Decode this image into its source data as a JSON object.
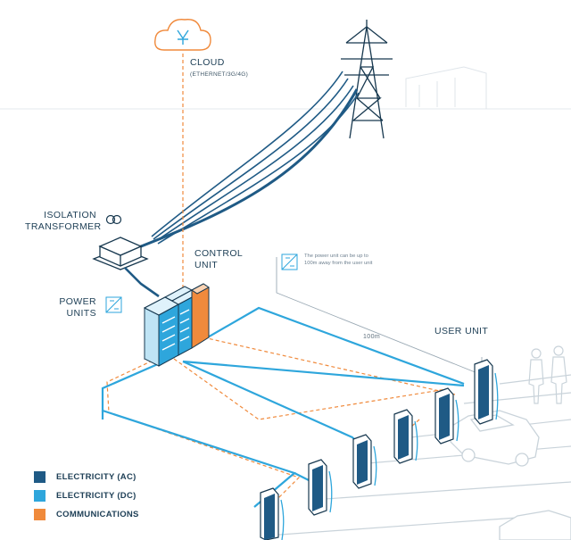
{
  "labels": {
    "cloud_title": "CLOUD",
    "cloud_sub": "(ETHERNET/3G/4G)",
    "isolation_line1": "ISOLATION",
    "isolation_line2": "TRANSFORMER",
    "control_line1": "CONTROL",
    "control_line2": "UNIT",
    "power_line1": "POWER",
    "power_line2": "UNITS",
    "user_unit": "USER UNIT",
    "distance": "100m",
    "note_line1": "The power unit can be up to",
    "note_line2": "100m away from the user unit"
  },
  "legend": [
    {
      "label": "ELECTRICITY (AC)",
      "color": "#1f5a85"
    },
    {
      "label": "ELECTRICITY (DC)",
      "color": "#2ea6dc"
    },
    {
      "label": "COMMUNICATIONS",
      "color": "#f08a3c"
    }
  ],
  "colors": {
    "ac": "#1f5a85",
    "dc": "#2ea6dc",
    "comm": "#f08a3c",
    "outline": "#17384f",
    "faint": "#c9d3da"
  },
  "icons": {
    "cloud": "cloud-icon",
    "transformer": "transformer-symbol-icon",
    "power_unit": "power-unit-symbol-icon",
    "control_unit": "control-unit-symbol-icon"
  }
}
